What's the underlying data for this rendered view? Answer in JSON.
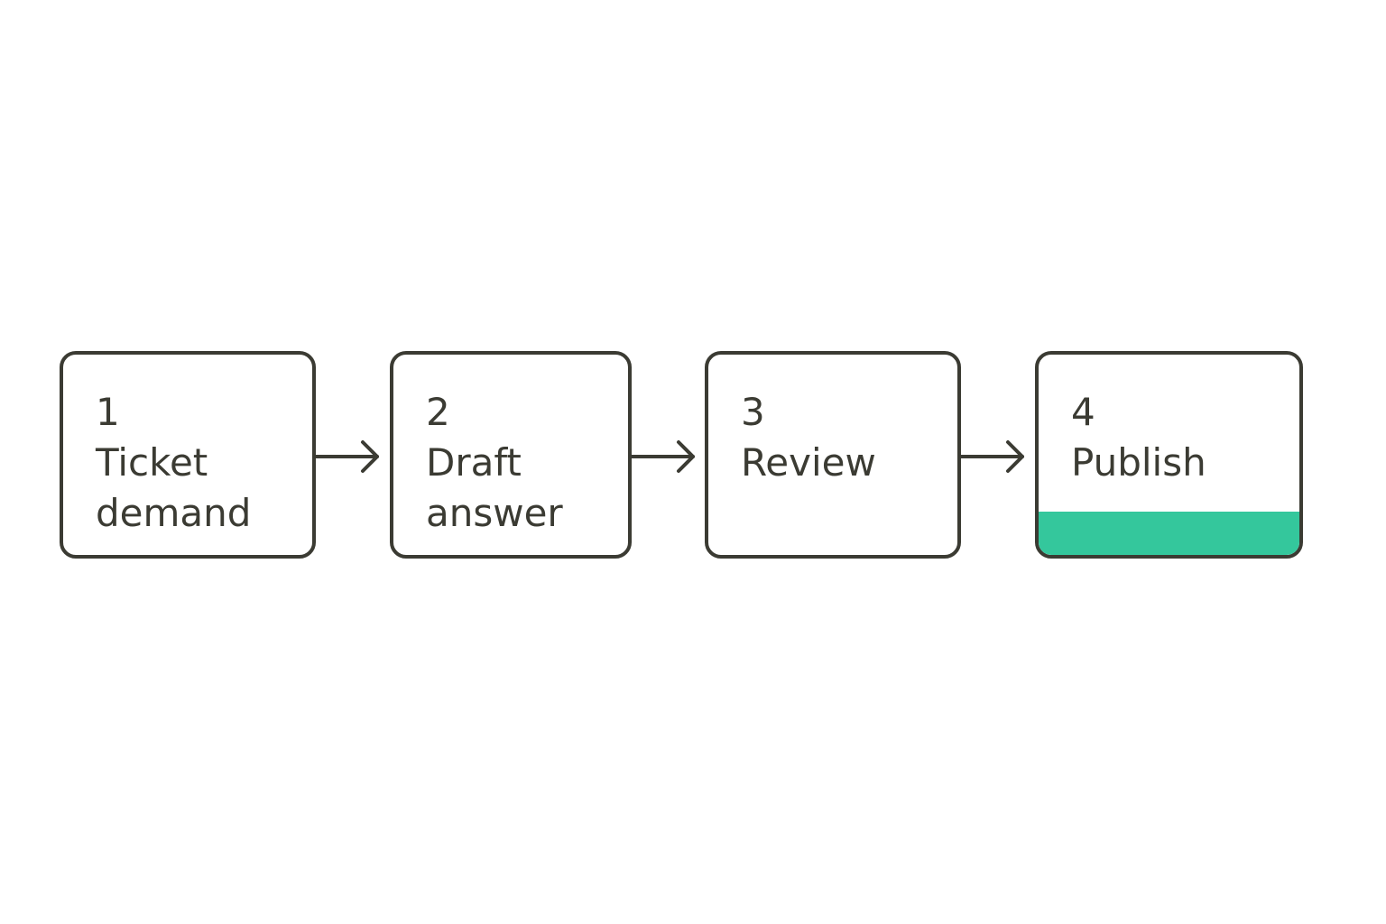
{
  "flow": {
    "steps": [
      {
        "number": "1",
        "label_lines": [
          "Ticket",
          "demand"
        ]
      },
      {
        "number": "2",
        "label_lines": [
          "Draft",
          "answer"
        ]
      },
      {
        "number": "3",
        "label_lines": [
          "Review"
        ]
      },
      {
        "number": "4",
        "label_lines": [
          "Publish"
        ],
        "progress": 1.0
      }
    ]
  },
  "colors": {
    "stroke": "#3b3b33",
    "background": "#ffffff",
    "accent": "#34c79c"
  },
  "icons": {
    "connector": "arrow-right-icon"
  }
}
